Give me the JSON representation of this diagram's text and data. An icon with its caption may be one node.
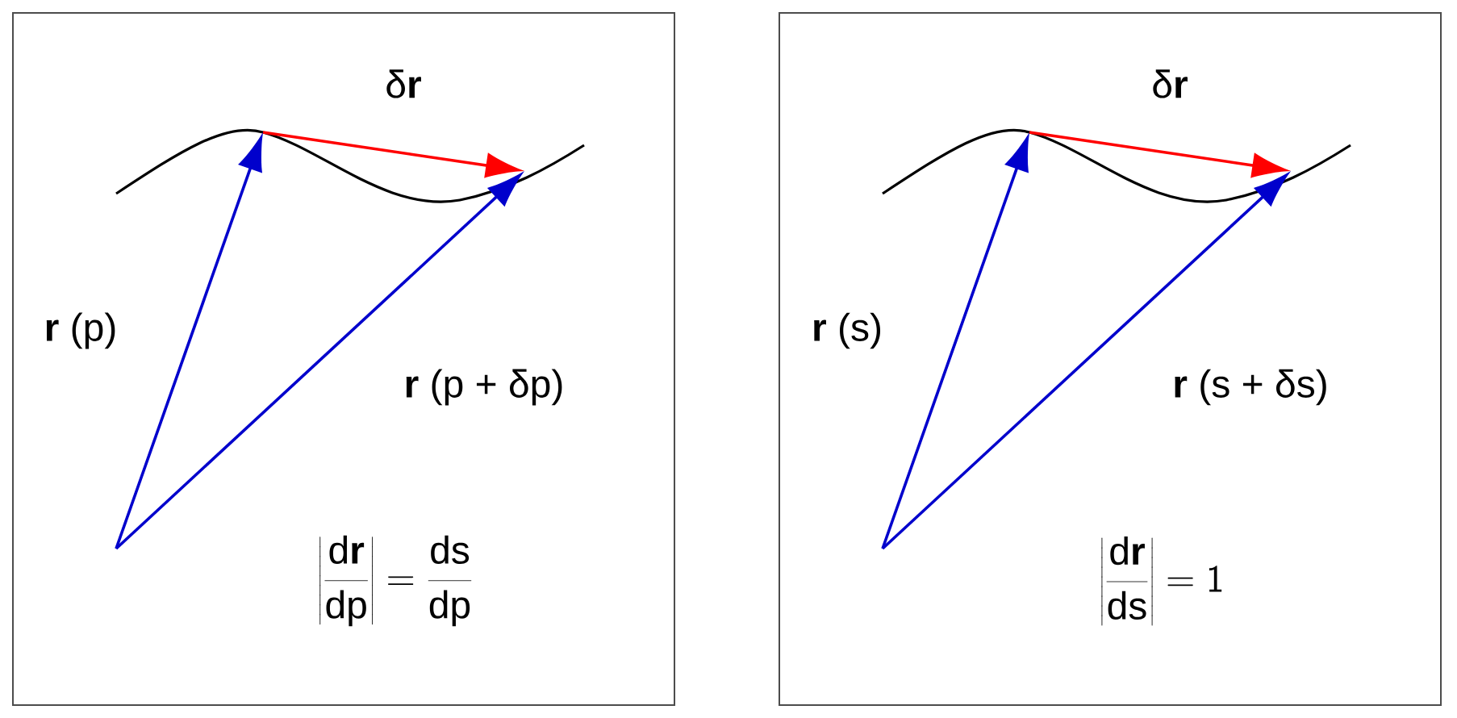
{
  "diagram": {
    "labels": [
      "δ**r**",
      "**r** (p)",
      "**r** (p + δp)",
      "\\left|\\frac{\\mathrm{d}\\mathbf{r}}{\\mathrm{dp}}\\right| = \\frac{\\mathrm{ds}}{\\mathrm{dp}}",
      "δ**r**",
      "**r** (s)",
      "**r** (s + δs)",
      "\\left|\\frac{\\mathrm{d}\\mathbf{r}}{\\mathrm{ds}}\\right| = \\mathsf{1}"
    ]
  }
}
